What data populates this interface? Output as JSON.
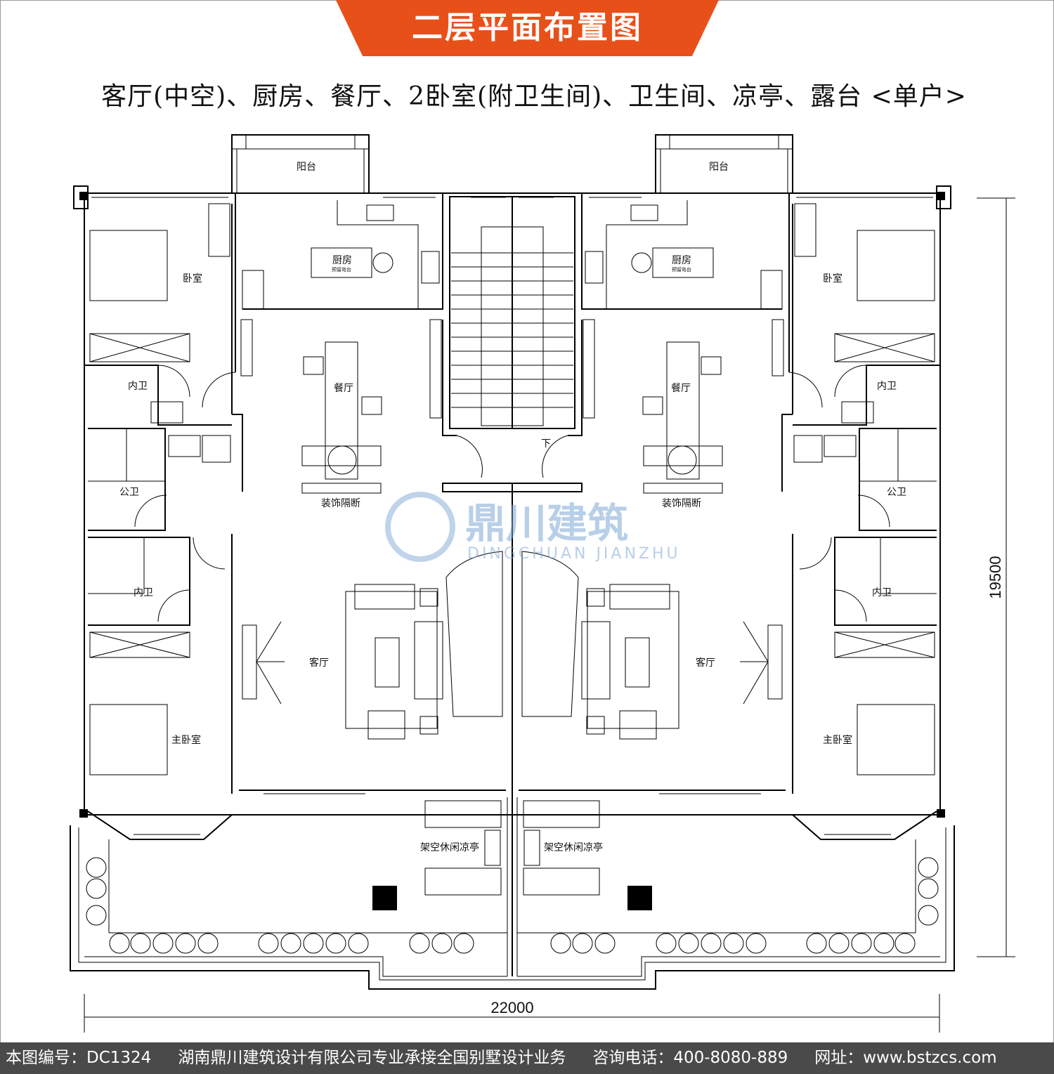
{
  "title": "二层平面布置图",
  "subtitle": "客厅(中空)、厨房、餐厅、2卧室(附卫生间)、卫生间、凉亭、露台 <单户>",
  "colors": {
    "banner": "#e8501a",
    "footer": "#4a4a4a",
    "watermark": "#7fa8d6"
  },
  "rooms": {
    "balcony": "阳台",
    "kitchen": "厨房",
    "island": "预留岛台",
    "bedroom": "卧室",
    "ensuite": "内卫",
    "public_bath": "公卫",
    "dining": "餐厅",
    "partition": "装饰隔断",
    "living": "客厅",
    "master_bedroom": "主卧室",
    "pavilion": "架空休闲凉亭",
    "stair_down": "下"
  },
  "dimensions": {
    "height": "19500",
    "width": "22000"
  },
  "watermark": {
    "name": "鼎川建筑",
    "pinyin": "DINGCHUAN JIANZHU"
  },
  "footer": {
    "drawing_no": "本图编号：DC1324",
    "company": "湖南鼎川建筑设计有限公司专业承接全国别墅设计业务",
    "phone": "咨询电话：400-8080-889",
    "website": "网址：www.bstzcs.com"
  }
}
